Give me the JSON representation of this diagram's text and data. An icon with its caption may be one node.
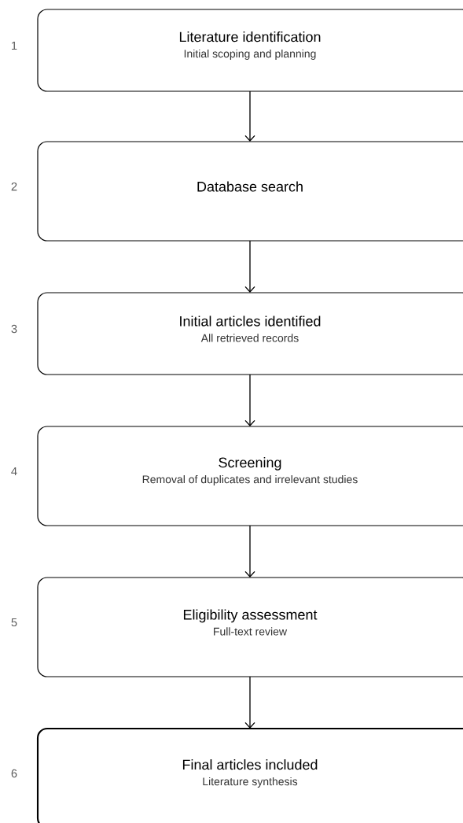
{
  "diagram": {
    "nodes": [
      {
        "text": [
          "Literature identification",
          "Initial scoping and planning"
        ],
        "beside": [
          "1"
        ]
      },
      {
        "text": [
          "Database search"
        ],
        "beside": [
          "2"
        ]
      },
      {
        "text": [
          "Initial articles identified",
          "All retrieved records"
        ],
        "beside": [
          "3"
        ]
      },
      {
        "text": [
          "Screening",
          "Removal of duplicates and irrelevant studies"
        ],
        "beside": [
          "4"
        ]
      },
      {
        "text": [
          "Eligibility assessment",
          "Full-text review"
        ],
        "beside": [
          "5"
        ]
      },
      {
        "text": [
          "Final articles included",
          "Literature synthesis"
        ],
        "beside": [
          "6"
        ]
      }
    ],
    "edges": [
      {
        "from": 0,
        "to": 1,
        "arrow": "to"
      },
      {
        "from": 1,
        "to": 2,
        "arrow": "to"
      },
      {
        "from": 2,
        "to": 3,
        "arrow": "to"
      },
      {
        "from": 3,
        "to": 4,
        "arrow": "to"
      },
      {
        "from": 4,
        "to": 5,
        "arrow": "to"
      }
    ]
  }
}
